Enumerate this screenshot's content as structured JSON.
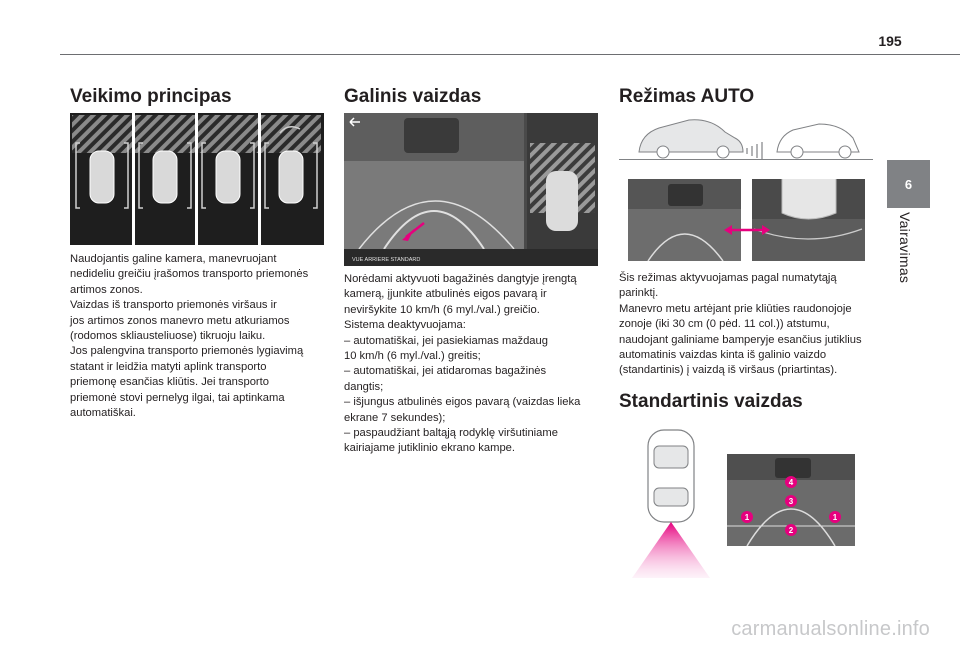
{
  "page": {
    "number": "195",
    "chapter_number": "6",
    "chapter_label": "Vairavimas",
    "footer": "carmanualsonline.info"
  },
  "col1": {
    "heading": "Veikimo principas",
    "body": "Naudojantis galine kamera, manevruojant\nnedideliu greičiu įrašomos transporto priemonės\nartimos zonos.\nVaizdas iš transporto priemonės viršaus ir\njos artimos zonos manevro metu atkuriamos\n(rodomos skliausteliuose) tikruoju laiku.\nJos palengvina transporto priemonės lygiavimą\nstatant ir leidžia matyti aplink transporto\npriemonę esančias kliūtis. Jei transporto\npriemonė stovi pernelyg ilgai, tai aptinkama\nautomatiškai."
  },
  "col2": {
    "heading": "Galinis vaizdas",
    "screen_caption": "VUE ARRIERE STANDARD",
    "body": "Norėdami aktyvuoti bagažinės dangtyje įrengtą\nkamerą, įjunkite atbulinės eigos pavarą ir\nneviršykite 10 km/h (6 myl./val.) greičio.\nSistema deaktyvuojama:\n–  automatiškai, jei pasiekiamas maždaug\n10 km/h (6 myl./val.) greitis;\n–  automatiškai, jei atidaromas bagažinės\ndangtis;\n–  išjungus atbulinės eigos pavarą (vaizdas lieka\nekrane 7 sekundes);\n–  paspaudžiant baltąją rodyklę viršutiniame\nkairiajame jutiklinio ekrano kampe."
  },
  "col3": {
    "heading": "Režimas AUTO",
    "body": "Šis režimas aktyvuojamas pagal numatytąją\nparinktį.\nManevro metu artėjant prie kliūties raudonojoje\nzonoje (iki 30 cm (0 pėd. 11 col.)) atstumu,\nnaudojant galiniame bamperyje esančius jutiklius\nautomatinis vaizdas kinta iš galinio vaizdo\n(standartinis) į vaizdą iš viršaus (priartintas).",
    "heading2": "Standartinis vaizdas",
    "markers": [
      "4",
      "3",
      "1",
      "2",
      "1"
    ]
  },
  "colors": {
    "accent_magenta": "#e6007e",
    "tab_gray": "#808285",
    "screen_dark": "#3a3a3a"
  }
}
